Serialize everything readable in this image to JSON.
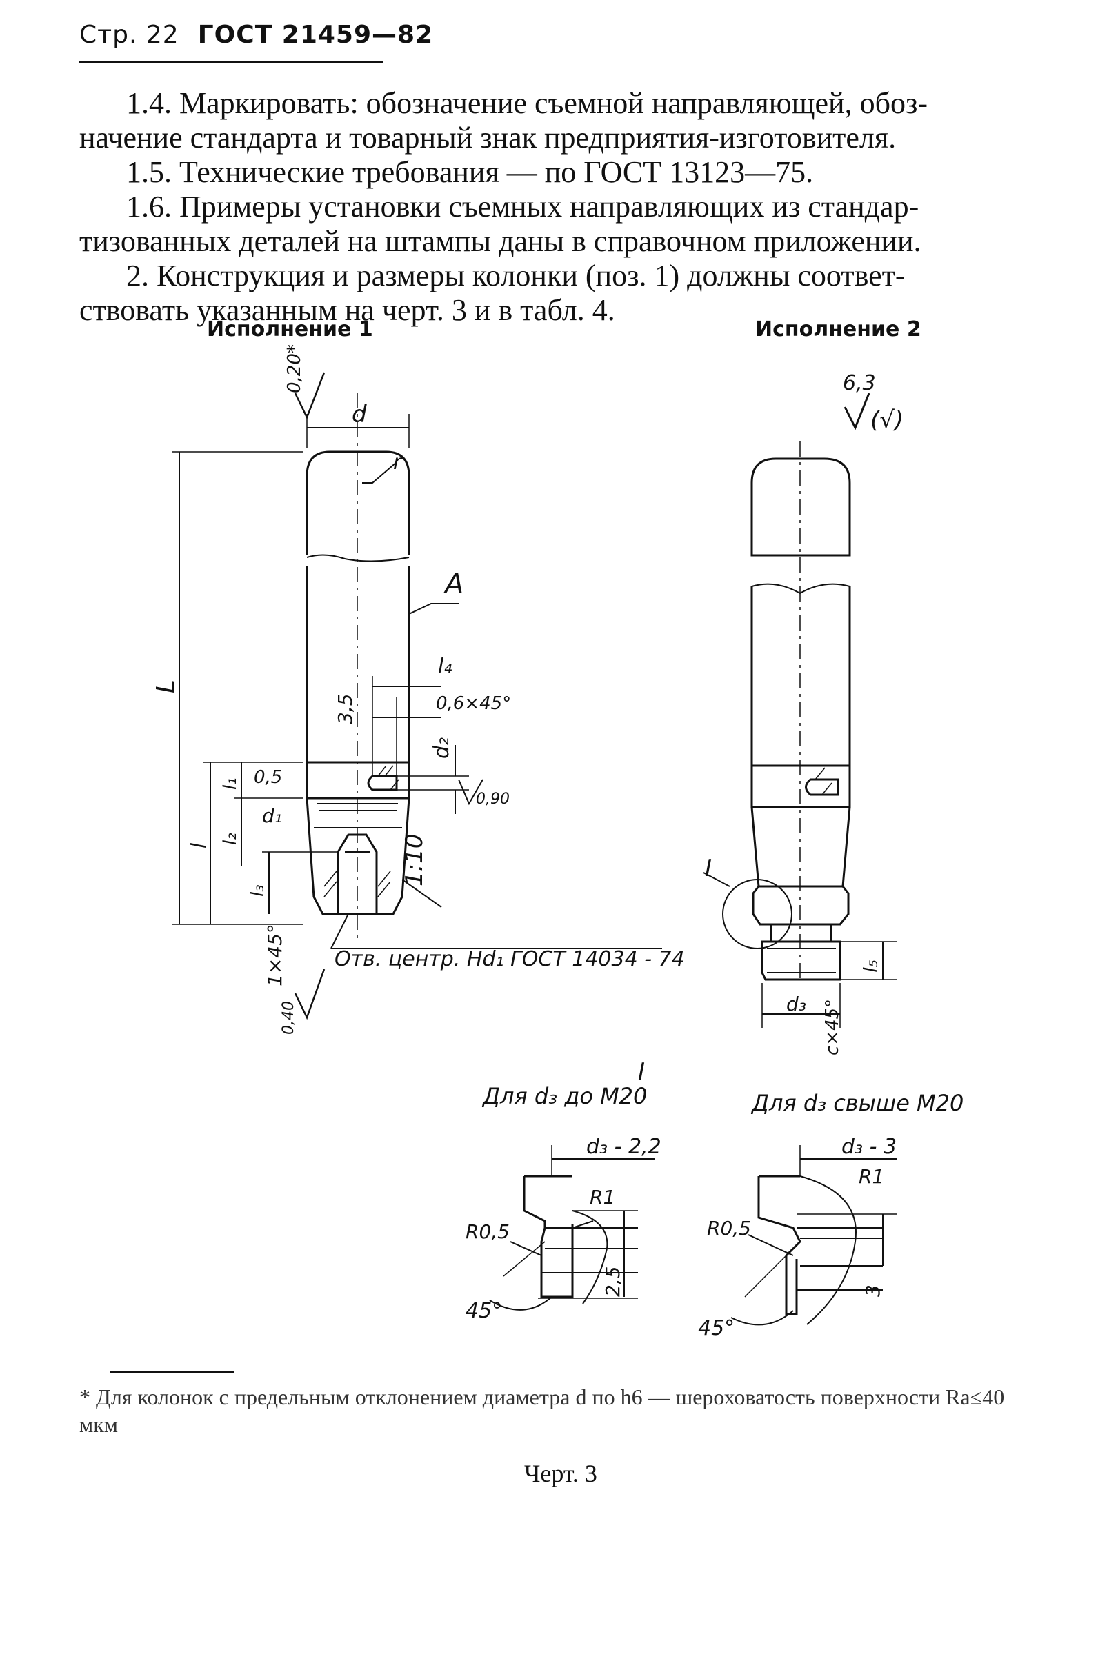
{
  "header": {
    "page": "Стр. 22",
    "standard": "ГОСТ 21459—82"
  },
  "paragraphs": [
    {
      "line1": "1.4. Маркировать: обозначение съемной направляющей, обоз-",
      "line2": "начение стандарта и товарный знак предприятия-изготовителя."
    },
    {
      "line1": "1.5. Технические требования — по ГОСТ 13123—75."
    },
    {
      "line1": "1.6. Примеры установки съемных направляющих из стандар-",
      "line2": "тизованных деталей на штампы даны в справочном приложении."
    },
    {
      "line1": "2. Конструкция и размеры колонки (поз. 1) должны соответ-",
      "line2": "ствовать указанным на черт. 3 и в табл. 4."
    }
  ],
  "captions": {
    "version1": "Исполнение 1",
    "version2": "Исполнение 2"
  },
  "drawing_labels": {
    "roughness_top": "0,20*",
    "d": "d",
    "r": "r",
    "A": "A",
    "L": "L",
    "l4": "l₄",
    "chamfer_06": "0,6×45°",
    "dim_35": "3,5",
    "d2": "d₂",
    "l1": "l₁",
    "dim_05": "0,5",
    "roughness_090": "0,90",
    "l": "l",
    "l2": "l₂",
    "d1": "d₁",
    "taper": "1:10",
    "l3": "l₃",
    "chamfer_1x45": "1×45°",
    "center_hole": "Отв. центр. Hd₁ ГОСТ 14034 - 74",
    "roughness_040": "0,40",
    "roughness_63": "6,3",
    "roughness_sym": "(√)",
    "detail_I": "I",
    "l5": "l₅",
    "d3": "d₃",
    "chamfer_cx45": "c×45°",
    "detail_left_title": "Для d₃ до М20",
    "detail_right_title": "Для d₃ свыше М20",
    "d3_22": "d₃ - 2,2",
    "d3_3": "d₃ - 3",
    "R1": "R1",
    "R05": "R0,5",
    "dim_25": "2,5",
    "dim_3": "3",
    "angle_45": "45°"
  },
  "footnote": "* Для колонок с предельным отклонением диаметра d по h6 — шероховатость поверхности Ra≤40 мкм",
  "figure_title": "Черт. 3"
}
